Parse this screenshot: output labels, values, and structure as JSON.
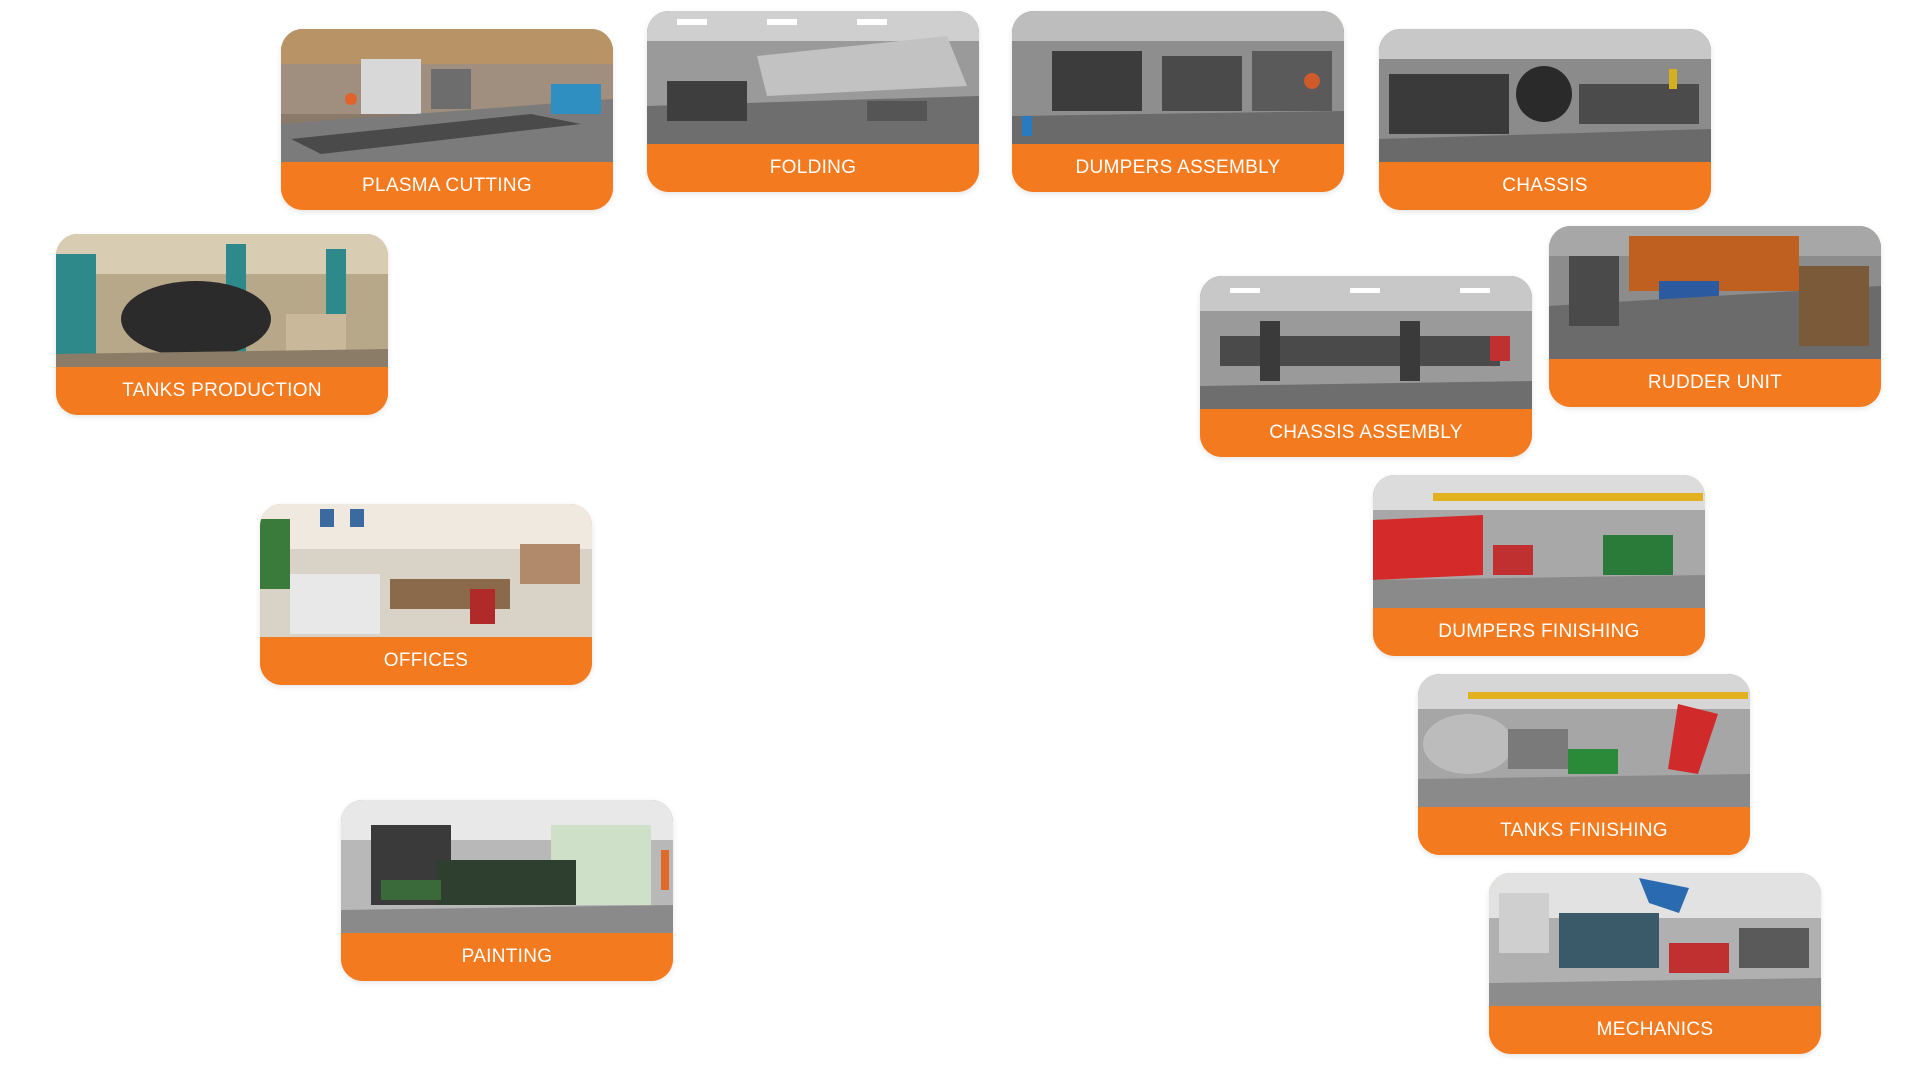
{
  "departments": [
    {
      "key": "plasma",
      "label": "PLASMA CUTTING"
    },
    {
      "key": "folding",
      "label": "FOLDING"
    },
    {
      "key": "dassembly",
      "label": "DUMPERS ASSEMBLY"
    },
    {
      "key": "chassis",
      "label": "CHASSIS"
    },
    {
      "key": "tanksprod",
      "label": "TANKS PRODUCTION"
    },
    {
      "key": "rudder",
      "label": "RUDDER UNIT"
    },
    {
      "key": "cassembly",
      "label": "CHASSIS ASSEMBLY"
    },
    {
      "key": "offices",
      "label": "OFFICES"
    },
    {
      "key": "dfinish",
      "label": "DUMPERS FINISHING"
    },
    {
      "key": "tfinish",
      "label": "TANKS FINISHING"
    },
    {
      "key": "painting",
      "label": "PAINTING"
    },
    {
      "key": "mechanics",
      "label": "MECHANICS"
    }
  ],
  "colors": {
    "accent": "#f47a1f",
    "label_text": "#ffffff",
    "background": "#ffffff"
  }
}
